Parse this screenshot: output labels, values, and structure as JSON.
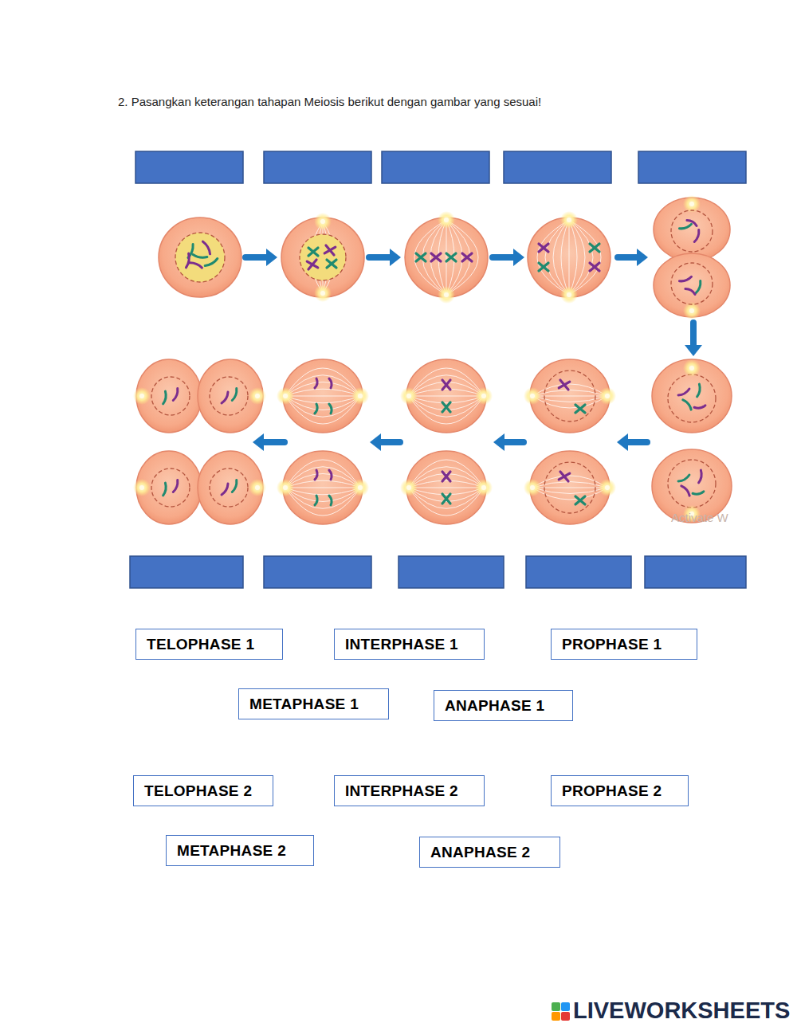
{
  "diagram": {
    "title": "2. Pasangkan keterangan tahapan Meiosis berikut dengan gambar yang sesuai!",
    "nodes": [
      {
        "text": [
          "TELOPHASE 1"
        ]
      },
      {
        "text": [
          "INTERPHASE 1"
        ]
      },
      {
        "text": [
          "PROPHASE 1"
        ]
      },
      {
        "text": [
          "METAPHASE 1"
        ]
      },
      {
        "text": [
          "ANAPHASE 1"
        ]
      },
      {
        "text": [
          "TELOPHASE 2"
        ]
      },
      {
        "text": [
          "INTERPHASE 2"
        ]
      },
      {
        "text": [
          "PROPHASE 2"
        ]
      },
      {
        "text": [
          "METAPHASE 2"
        ]
      },
      {
        "text": [
          "ANAPHASE 2"
        ]
      }
    ],
    "labels": [
      "Activate W",
      "LIVEWORKSHEETS"
    ]
  }
}
